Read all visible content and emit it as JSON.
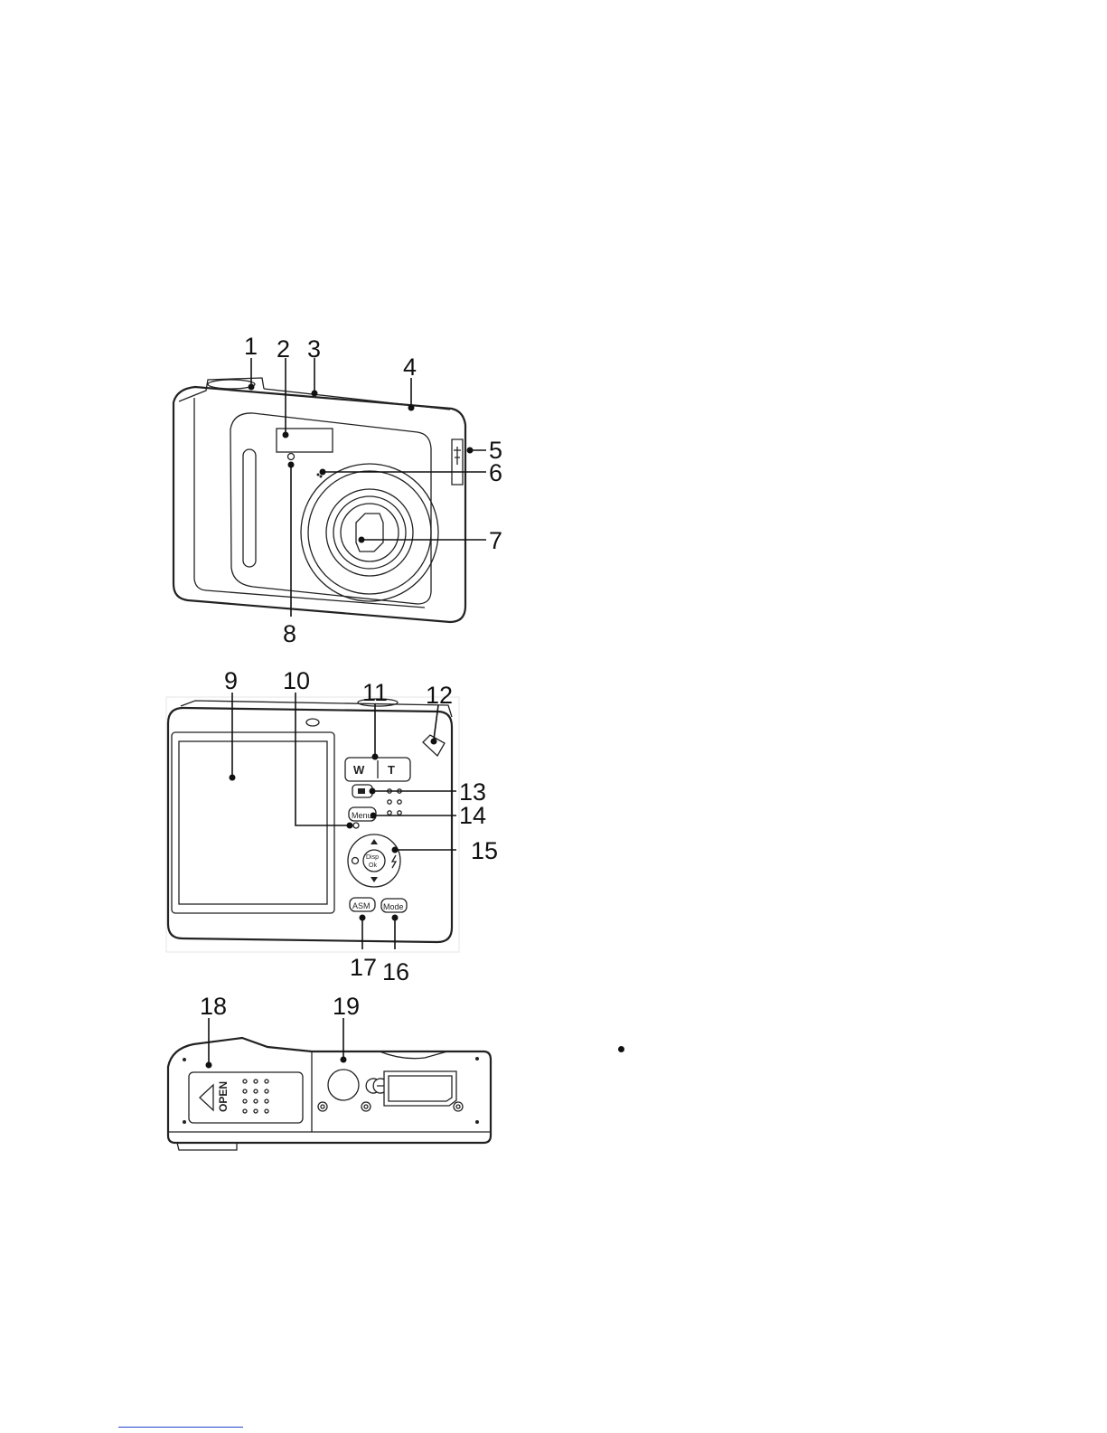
{
  "front_view": {
    "callouts": [
      "1",
      "2",
      "3",
      "4",
      "5",
      "6",
      "7",
      "8"
    ]
  },
  "back_view": {
    "callouts": [
      "9",
      "10",
      "11",
      "12",
      "13",
      "14",
      "15",
      "16",
      "17"
    ],
    "button_labels": {
      "zoom_wide": "W",
      "zoom_tele": "T",
      "menu": "Menu",
      "disp_ok_top": "Disp",
      "disp_ok_bottom": "Ok",
      "asm": "ASM",
      "mode": "Mode"
    }
  },
  "bottom_view": {
    "callouts": [
      "18",
      "19"
    ],
    "battery_door_label": "OPEN"
  },
  "icons": [
    "usb-icon",
    "ce-mark-icon",
    "flash-icon",
    "timer-icon",
    "arrow-up-icon",
    "arrow-down-icon"
  ]
}
